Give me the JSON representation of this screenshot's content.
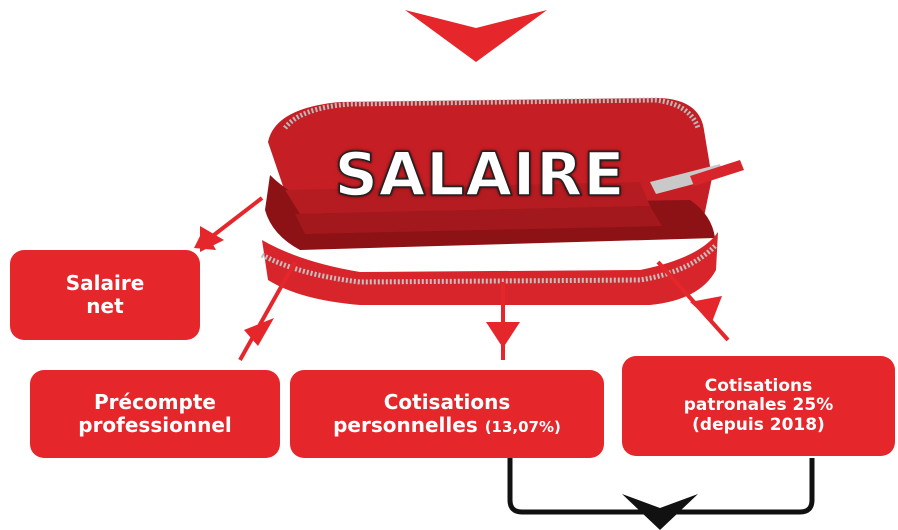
{
  "title": "SALAIRE",
  "boxes": {
    "net": {
      "line1": "Salaire",
      "line2": "net"
    },
    "precompte": {
      "line1": "Précompte",
      "line2": "professionnel"
    },
    "personnelles": {
      "line1": "Cotisations",
      "line2": "personnelles",
      "rate": "(13,07%)"
    },
    "patronales": {
      "line1": "Cotisations",
      "line2": "patronales 25%",
      "line3": "(depuis 2018)"
    }
  },
  "colors": {
    "accent": "#e5262b",
    "wallet": "#d8252b",
    "wallet_interior": "#8c1216",
    "connector": "#111111"
  },
  "icons": [
    "wallet-icon",
    "down-arrow-icon"
  ]
}
